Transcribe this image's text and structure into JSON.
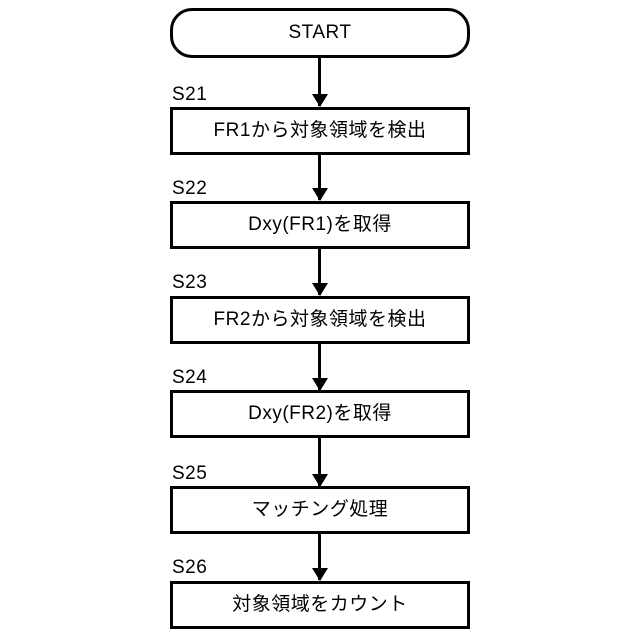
{
  "diagram": {
    "type": "flowchart",
    "orientation": "vertical",
    "nodes": [
      {
        "id": "start",
        "shape": "terminal",
        "text": "START",
        "step": ""
      },
      {
        "id": "s21",
        "shape": "process",
        "text": "FR1から対象領域を検出",
        "step": "S21"
      },
      {
        "id": "s22",
        "shape": "process",
        "text": "Dxy(FR1)を取得",
        "step": "S22"
      },
      {
        "id": "s23",
        "shape": "process",
        "text": "FR2から対象領域を検出",
        "step": "S23"
      },
      {
        "id": "s24",
        "shape": "process",
        "text": "Dxy(FR2)を取得",
        "step": "S24"
      },
      {
        "id": "s25",
        "shape": "process",
        "text": "マッチング処理",
        "step": "S25"
      },
      {
        "id": "s26",
        "shape": "process",
        "text": "対象領域をカウント",
        "step": "S26"
      }
    ],
    "colors": {
      "stroke": "#000000",
      "fill": "#ffffff",
      "text": "#000000"
    }
  }
}
